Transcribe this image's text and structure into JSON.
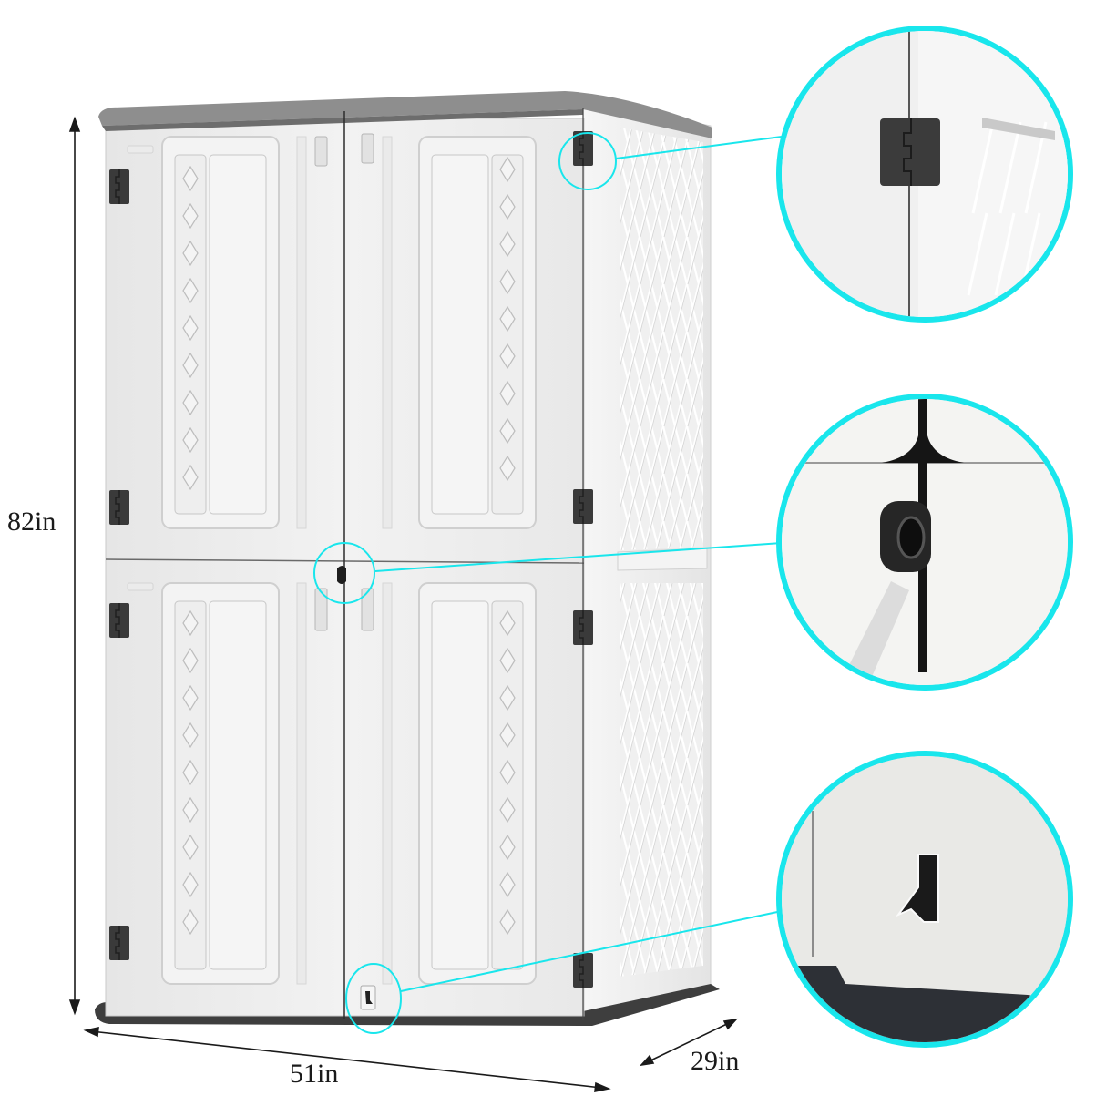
{
  "product": {
    "type": "vertical outdoor storage shed",
    "body_color": "#eeeeee",
    "lid_color": "#8e8e8e",
    "base_color": "#3e3e3e",
    "hardware_color": "#3a3a3a"
  },
  "dimensions": {
    "height": {
      "label": "82in",
      "value": 82,
      "unit": "in"
    },
    "width": {
      "label": "51in",
      "value": 51,
      "unit": "in"
    },
    "depth": {
      "label": "29in",
      "value": 29,
      "unit": "in"
    }
  },
  "callouts": [
    {
      "id": "hinge",
      "description": "Door hinge close-up",
      "accent": "#19e6ec"
    },
    {
      "id": "padlock-eye",
      "description": "Center padlock hasp close-up",
      "accent": "#19e6ec"
    },
    {
      "id": "floor-latch",
      "description": "Bottom door latch close-up",
      "accent": "#19e6ec"
    }
  ],
  "accent_color": "#19e6ec"
}
